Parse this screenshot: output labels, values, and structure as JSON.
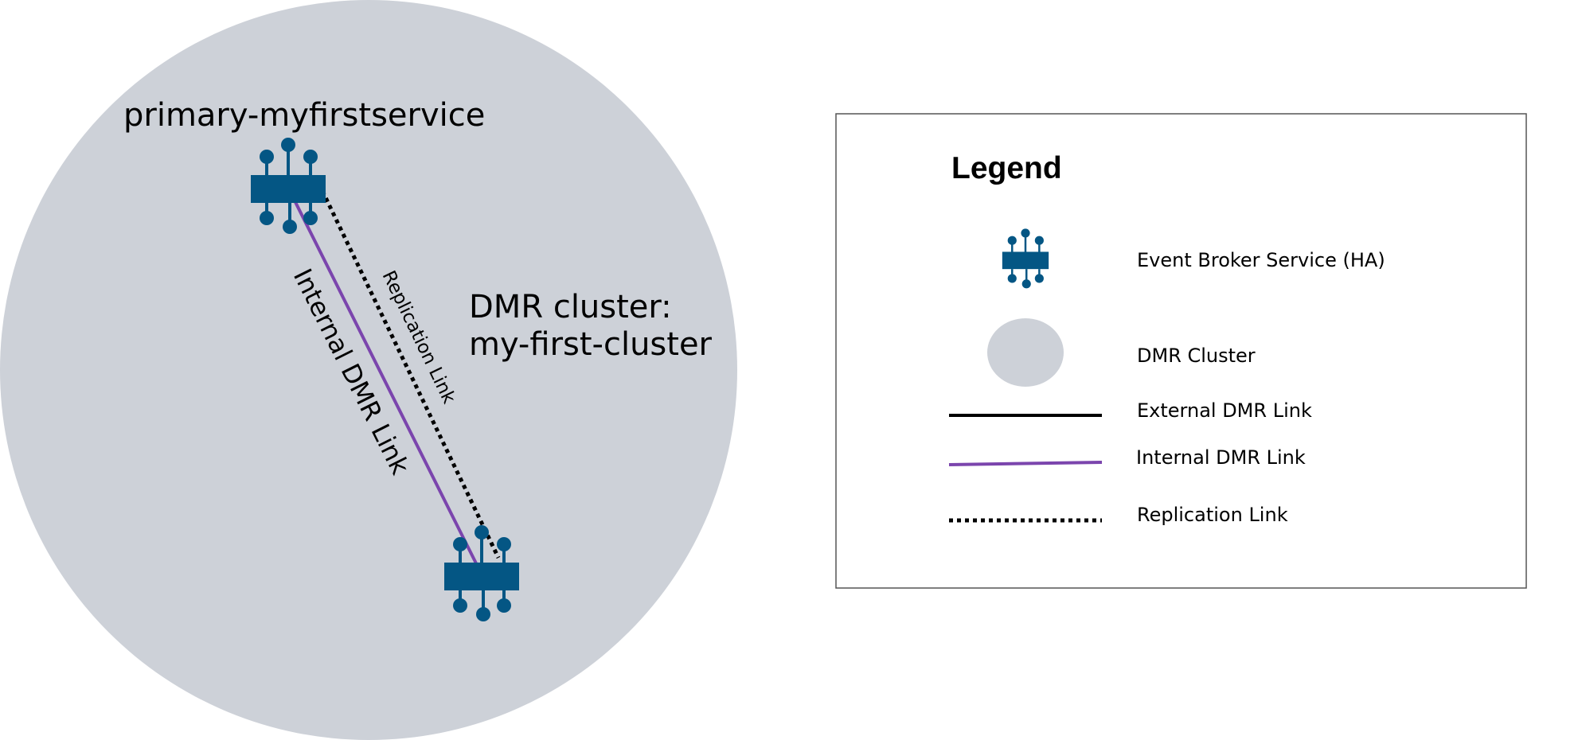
{
  "colors": {
    "cluster_fill": "#cdd1d8",
    "broker_fill": "#045684",
    "internal_link": "#7b45ad",
    "external_link": "#000000",
    "replication_link": "#000000",
    "legend_border": "#555555"
  },
  "cluster": {
    "label_line1": "DMR cluster:",
    "label_line2": "my-first-cluster"
  },
  "brokers": {
    "primary_name": "primary-myfirstservice"
  },
  "links": {
    "internal_label": "Internal DMR Link",
    "replication_label": "Replication Link"
  },
  "legend": {
    "title": "Legend",
    "items": [
      {
        "icon": "broker-icon",
        "label": "Event Broker Service (HA)"
      },
      {
        "icon": "cluster-shape-icon",
        "label": "DMR Cluster"
      },
      {
        "icon": "solid-black-line",
        "label": "External DMR Link"
      },
      {
        "icon": "solid-purple-line",
        "label": "Internal DMR Link"
      },
      {
        "icon": "dotted-black-line",
        "label": "Replication Link"
      }
    ]
  }
}
